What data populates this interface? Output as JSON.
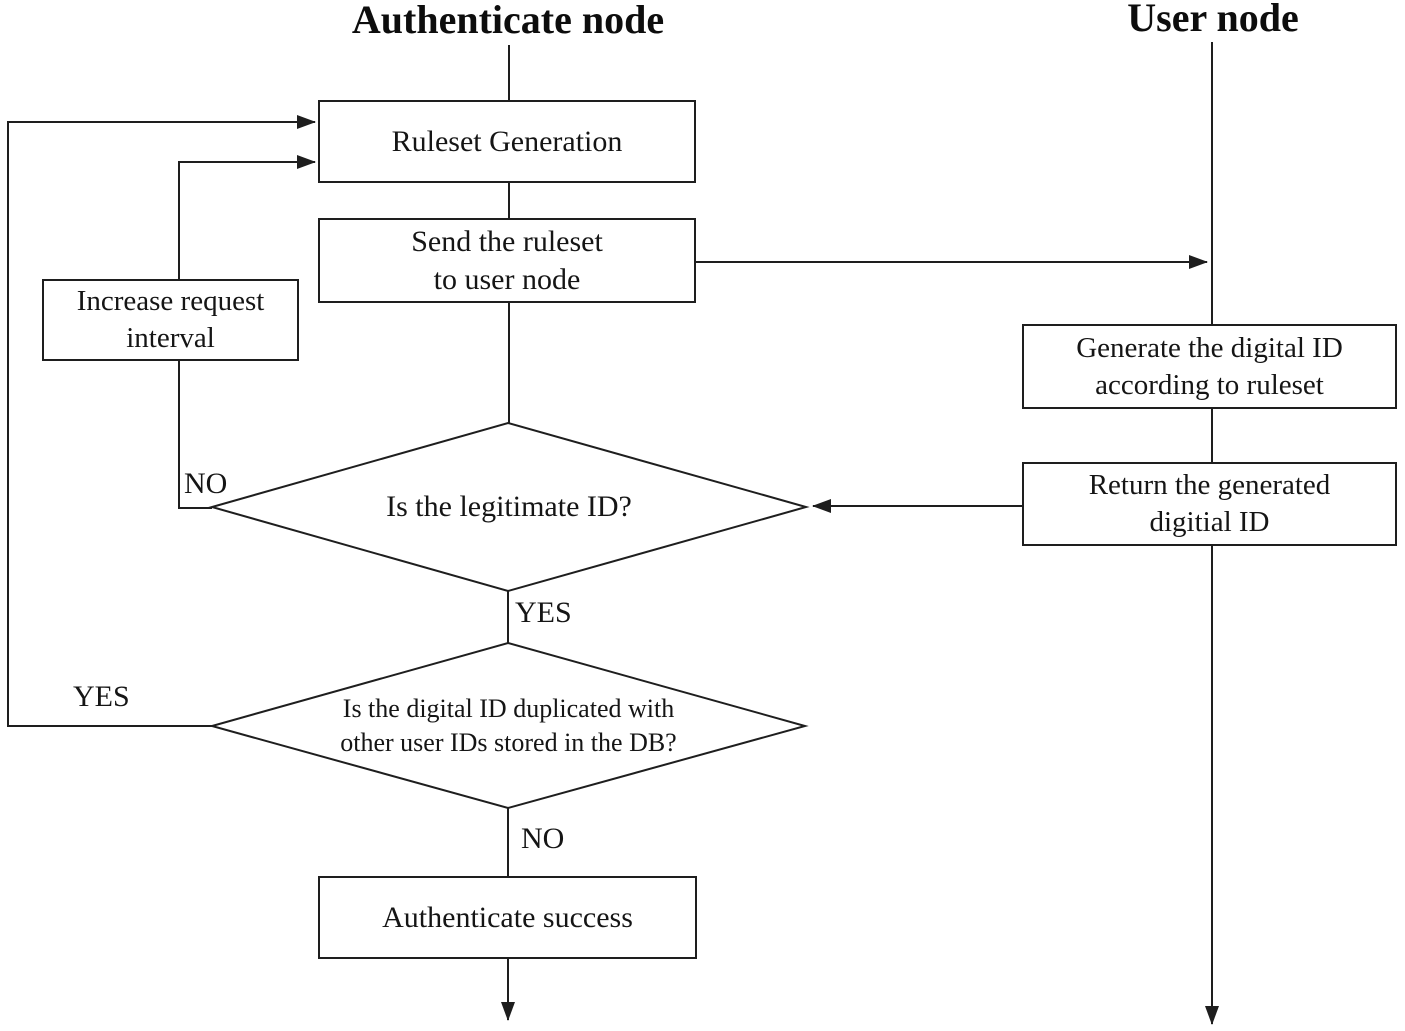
{
  "lanes": {
    "authenticate_title": "Authenticate node",
    "user_title": "User node"
  },
  "nodes": {
    "ruleset_generation": {
      "label": "Ruleset Generation"
    },
    "send_ruleset": {
      "line1": "Send the ruleset",
      "line2": "to user node"
    },
    "increase_interval": {
      "line1": "Increase request",
      "line2": "interval"
    },
    "generate_id": {
      "line1": "Generate the digital ID",
      "line2": "according to ruleset"
    },
    "return_id": {
      "line1": "Return the generated",
      "line2": "digitial ID"
    },
    "auth_success": {
      "label": "Authenticate success"
    }
  },
  "decisions": {
    "legitimate": {
      "label": "Is the legitimate ID?"
    },
    "duplicate": {
      "line1": "Is the digital ID duplicated with",
      "line2": "other user IDs stored in the DB?"
    }
  },
  "branch_labels": {
    "legitimate_no": "NO",
    "legitimate_yes": "YES",
    "duplicate_yes": "YES",
    "duplicate_no": "NO"
  },
  "colors": {
    "line": "#1e1e1e",
    "text": "#151515",
    "background": "#ffffff"
  }
}
